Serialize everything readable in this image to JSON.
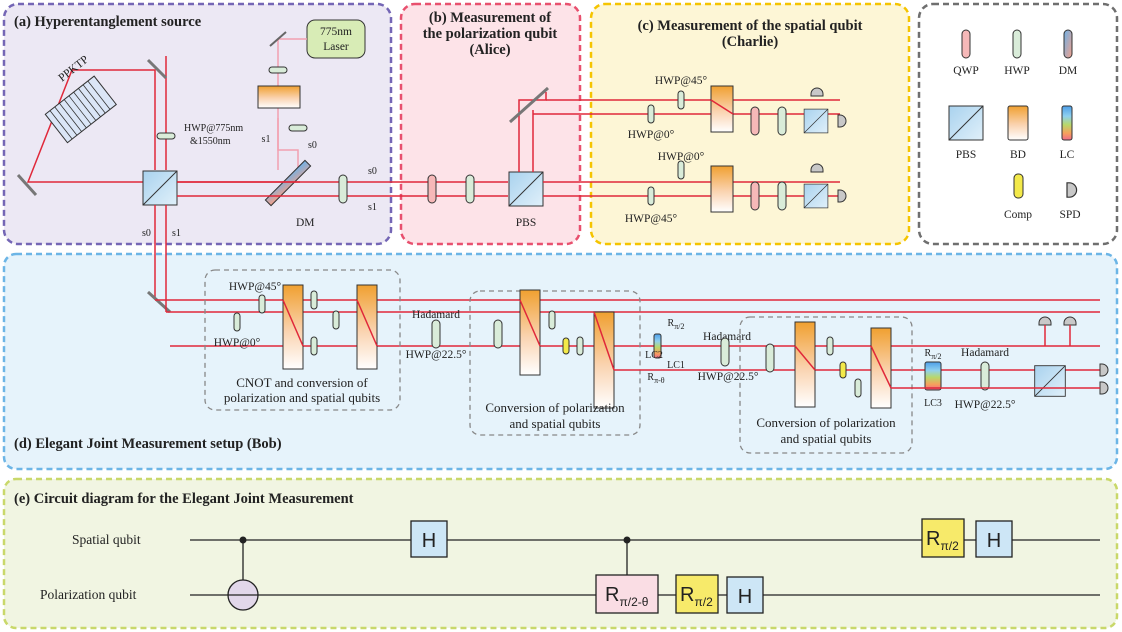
{
  "panels": {
    "a": "(a) Hyperentanglement source",
    "b": [
      "(b) Measurement of",
      "the polarization qubit",
      "(Alice)"
    ],
    "c": [
      "(c) Measurement of the spatial qubit",
      "(Charlie)"
    ],
    "d": "(d) Elegant Joint Measurement setup (Bob)",
    "e": "(e) Circuit diagram for the Elegant Joint Measurement"
  },
  "source": {
    "laser": [
      "775nm",
      "Laser"
    ],
    "crystal": "PPKTP",
    "hwp": [
      "HWP@775nm",
      "&1550nm"
    ],
    "dm": "DM",
    "s0": "s0",
    "s1": "s1"
  },
  "alice": {
    "pbs": "PBS"
  },
  "charlie": {
    "hwp45": "HWP@45°",
    "hwp0": "HWP@0°"
  },
  "legend": {
    "qwp": "QWP",
    "hwp": "HWP",
    "dm": "DM",
    "pbs": "PBS",
    "bd": "BD",
    "lc": "LC",
    "comp": "Comp",
    "spd": "SPD"
  },
  "bob": {
    "hwp45": "HWP@45°",
    "hwp0": "HWP@0°",
    "hadamard": "Hadamard",
    "hwp225": "HWP@22.5°",
    "box1": [
      "CNOT and conversion of",
      "polarization and spatial qubits"
    ],
    "box2": [
      "Conversion of polarization",
      "and spatial qubits"
    ],
    "lc1": "LC1",
    "lc2": "LC2",
    "lc3": "LC3",
    "rpi2": "R",
    "rpi2_sub": "π/2",
    "rpith": "R",
    "rpith_sub": "π-θ"
  },
  "circuit": {
    "spatial": "Spatial qubit",
    "polarization": "Polarization qubit",
    "h": "H",
    "r": "R",
    "r_sub_a": "π/2-θ",
    "r_sub_b": "π/2"
  },
  "colors": {
    "beam": "#e0283a",
    "panel_a": "#7466b5",
    "panel_b": "#e8506e",
    "panel_c": "#f5c400",
    "panel_legend": "#6f6f6f",
    "panel_d": "#6cb5e6",
    "panel_e": "#c9d86a"
  }
}
